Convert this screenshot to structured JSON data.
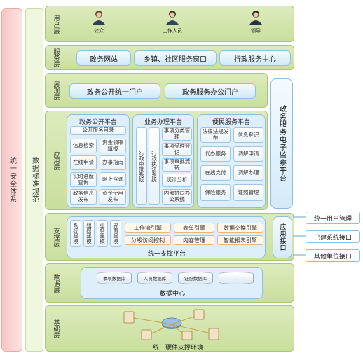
{
  "side": {
    "security": "统一安全体系",
    "standard": "数据标准规范"
  },
  "layers": {
    "user": {
      "label": "用户层",
      "roles": [
        "公众",
        "工作人员",
        "领导"
      ]
    },
    "service": {
      "label": "服务层",
      "items": [
        "政务网站",
        "乡镇、社区服务窗口",
        "行政服务中心"
      ]
    },
    "display": {
      "label": "展现层",
      "items": [
        "政务公开统一门户",
        "政务服务办公门户"
      ]
    },
    "monitor": "政务服务电子监察平台",
    "application": {
      "label": "应用层",
      "panels": {
        "public": {
          "title": "政务公开平台",
          "top": "公开服务目录",
          "rows": [
            [
              "信息检索",
              "资金领取填报"
            ],
            [
              "在线申请",
              "办事指南"
            ],
            [
              "实时进度查询",
              "网上咨询"
            ],
            [
              "政务信息发布",
              "资金使用发布"
            ]
          ]
        },
        "business": {
          "title": "业务办理平台",
          "vertical": [
            "行政审批系统",
            "行政执法系统"
          ],
          "right": [
            "事项分类管理",
            "事项受理登记",
            "事项审批流转",
            "统计分析",
            "内部协同办公系统"
          ]
        },
        "convenience": {
          "title": "便民服务平台",
          "rows": [
            [
              "法律法规发布",
              "信息登记"
            ],
            [
              "代办服务",
              "调解申请"
            ],
            [
              "在线支付",
              "调解办理"
            ],
            [
              "保险服务",
              "证照管理"
            ]
          ]
        }
      }
    },
    "support": {
      "label": "支撑层",
      "modules": [
        "系统建模",
        "组织建模",
        "业务建模",
        "界面建模"
      ],
      "engines": [
        "工作流引擎",
        "表单引擎",
        "数据交换引擎",
        "分级访问控制",
        "内容管理",
        "智能报表引擎"
      ],
      "platform": "统一支撑平台",
      "interface": "应用接口",
      "external": [
        "统一用户管理",
        "已建系统接口",
        "其他单位接口"
      ]
    },
    "data": {
      "label": "数据层",
      "dbs": [
        "事项数据库",
        "人员数据库",
        "证照数据库",
        "..."
      ],
      "center": "数据中心"
    },
    "base": {
      "label": "基础层",
      "platform": "统一硬件支撑环境"
    }
  },
  "colors": {
    "layer_green": "#cfe3a6",
    "blue_panel": "#dfeefb",
    "security_pink": "#f7c6c4"
  }
}
